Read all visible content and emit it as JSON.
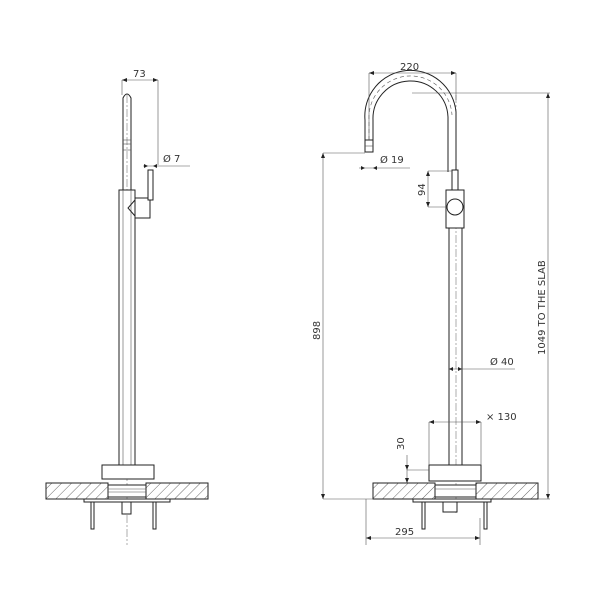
{
  "drawing": {
    "title": "Floor-mounted mixer tap technical drawing",
    "views": [
      "side-view",
      "front-view"
    ],
    "side_view": {
      "dimensions": {
        "spout_offset": "73",
        "handle_diameter": "Ø 7"
      }
    },
    "front_view": {
      "dimensions": {
        "spout_width": "220",
        "spout_outlet_diameter": "Ø 19",
        "handle_height": "94",
        "spout_height": "898",
        "total_height": "1049 TO THE SLAB",
        "body_diameter": "Ø 40",
        "base_diameter": "× 130",
        "base_height": "30",
        "under_slab_width": "295"
      }
    },
    "colors": {
      "line": "#222222",
      "hatch": "#444444",
      "background": "#ffffff"
    }
  }
}
